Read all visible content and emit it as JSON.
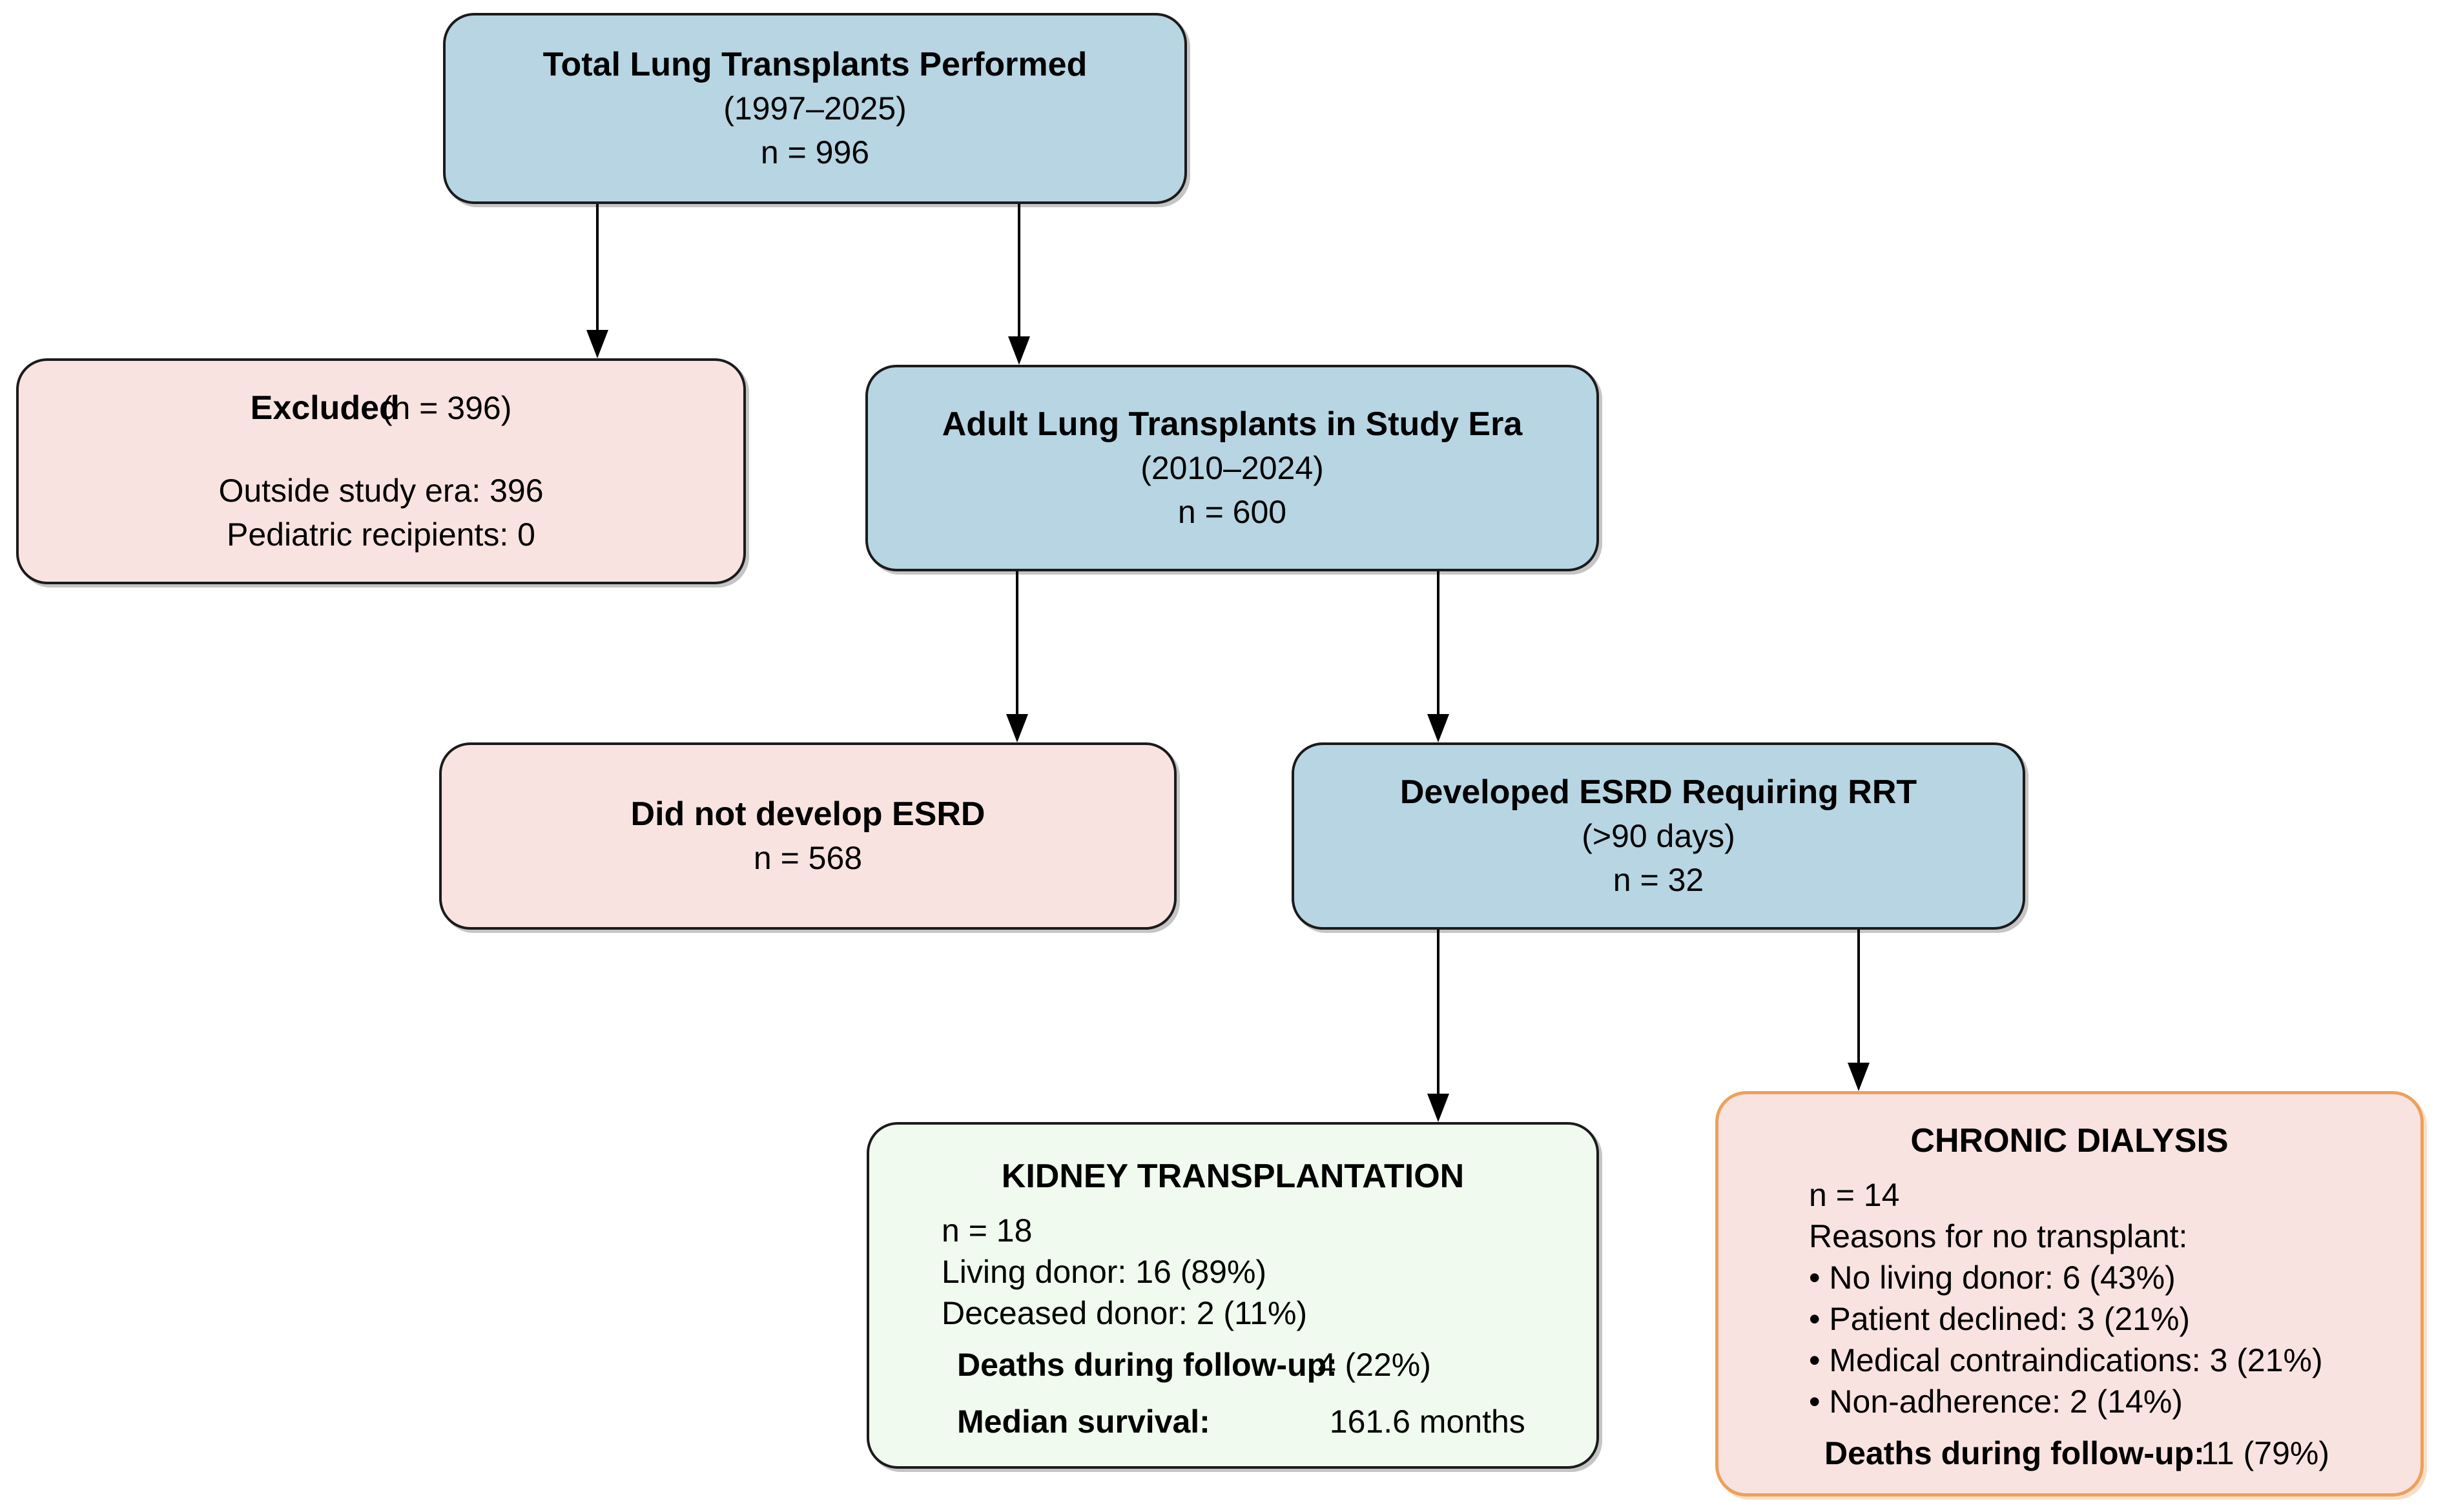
{
  "flow": {
    "boxes": {
      "total": {
        "title": "Total Lung Transplants Performed",
        "subtitle": "(1997–2025)",
        "count": "n = 996"
      },
      "excluded": {
        "title_bold": "Excluded",
        "title_paren": "(n = 396)",
        "lines": [
          "Outside study era: 396",
          "Pediatric recipients: 0"
        ]
      },
      "adult": {
        "title": "Adult Lung Transplants in Study Era",
        "subtitle": "(2010–2024)",
        "count": "n = 600"
      },
      "no_esrd": {
        "title": "Did not develop ESRD",
        "count": "n = 568"
      },
      "esrd": {
        "title": "Developed ESRD Requiring RRT",
        "subtitle": "(>90 days)",
        "count": "n = 32"
      },
      "kidney": {
        "title": "KIDNEY TRANSPLANTATION",
        "lines": [
          "n = 18",
          "Living donor: 16 (89%)",
          "Deceased donor: 2 (11%)"
        ],
        "deaths_label": "Deaths during follow-up:",
        "deaths_value": "4 (22%)",
        "median_label": "Median survival:",
        "median_value": "161.6 months"
      },
      "dialysis": {
        "title": "CHRONIC DIALYSIS",
        "lines": [
          "n = 14",
          "Reasons for no transplant:",
          "• No living donor: 6 (43%)",
          "• Patient declined: 3 (21%)",
          "• Medical contraindications: 3 (21%)",
          "• Non-adherence: 2 (14%)"
        ],
        "deaths_label": "Deaths during follow-up:",
        "deaths_value": "11 (79%)"
      }
    },
    "colors": {
      "box_blue": "#b7d5e2",
      "box_pink": "#f8e3e0",
      "box_green": "#f0faee",
      "dialysis_fill": "#f8e3e1",
      "dialysis_border": "#eda05b",
      "dark_border": "#1b1b1b",
      "arrow": "#000000",
      "background": "#ffffff"
    }
  }
}
